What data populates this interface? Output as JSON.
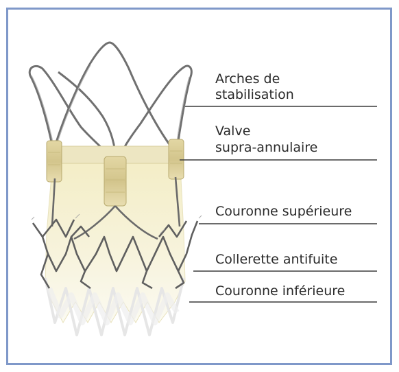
{
  "labels": {
    "arches_line1": "Arches de",
    "arches_line2": "stabilisation",
    "valve_line1": "Valve",
    "valve_line2": "supra-annulaire",
    "couronne_superieure": "Couronne supérieure",
    "collerette": "Collerette antifuite",
    "couronne_inferieure": "Couronne inférieure"
  },
  "colors": {
    "frame_border": "#7f98c9",
    "valve_tissue": "#f5f0cf",
    "wire": "#6d6d6d",
    "leader_line": "#3a3a3a"
  }
}
